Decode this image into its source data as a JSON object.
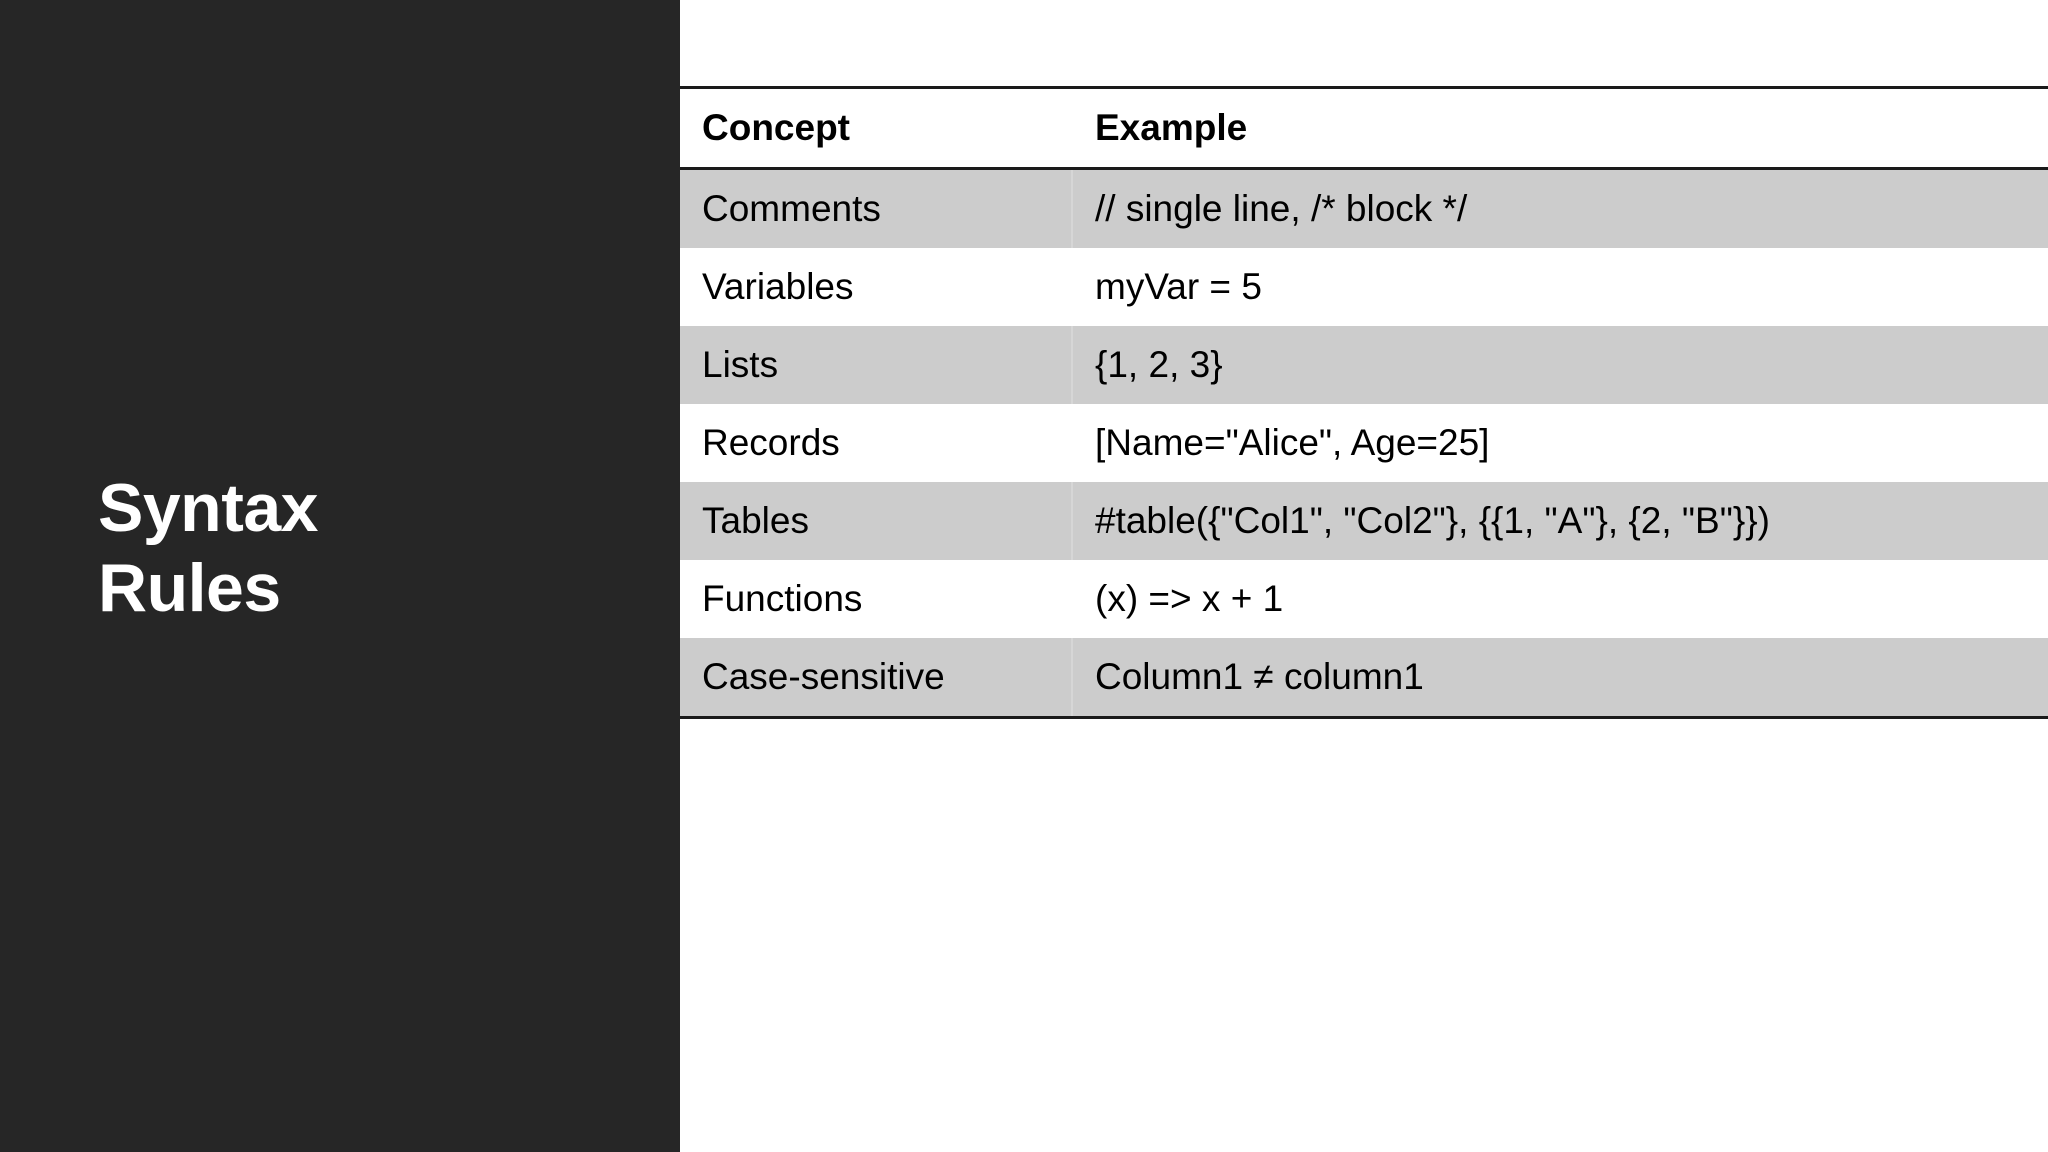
{
  "slide": {
    "title_lines": [
      "Syntax",
      "Rules"
    ],
    "panel_color": "#262626",
    "title_color": "#ffffff",
    "background_color": "#ffffff",
    "shaded_row_color": "#cccccc",
    "border_color": "#1a1a1a"
  },
  "table": {
    "columns": [
      "Concept",
      "Example"
    ],
    "rows": [
      {
        "concept": "Comments",
        "example": "// single line, /* block */"
      },
      {
        "concept": "Variables",
        "example": "myVar = 5"
      },
      {
        "concept": "Lists",
        "example": "{1, 2, 3}"
      },
      {
        "concept": "Records",
        "example": "[Name=\"Alice\", Age=25]"
      },
      {
        "concept": "Tables",
        "example": "#table({\"Col1\", \"Col2\"}, {{1, \"A\"}, {2, \"B\"}})"
      },
      {
        "concept": "Functions",
        "example": "(x) => x + 1"
      },
      {
        "concept": "Case-sensitive",
        "example": "Column1 ≠ column1"
      }
    ]
  }
}
